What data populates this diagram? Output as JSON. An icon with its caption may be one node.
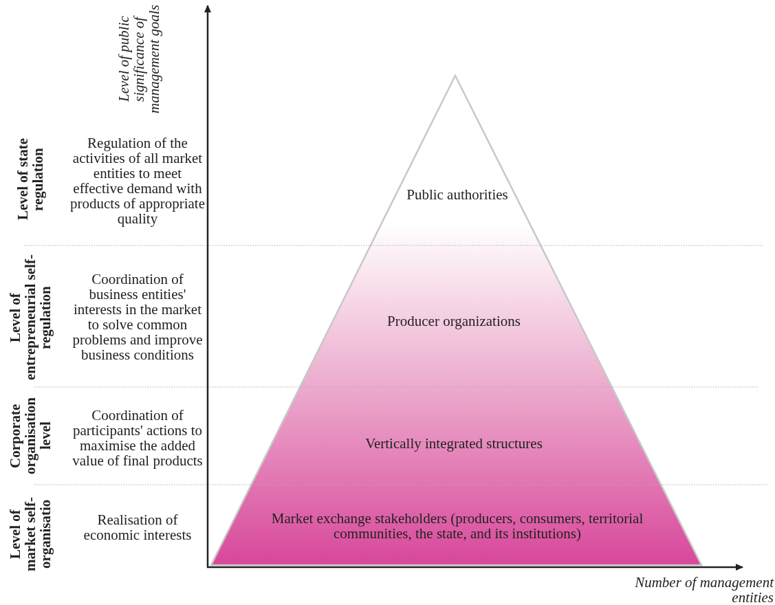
{
  "diagram": {
    "labels": [
      "Level of public significance of management goals",
      "Level of state regulation",
      "Regulation of the activities of all market entities to meet effective demand with products of appropriate quality",
      "Public authorities",
      "Level of entrepreneurial self-regulation",
      "Coordination of business entities' interests in the market to solve common problems and improve business conditions",
      "Producer organizations",
      "Corporate organisation level",
      "Coordination of participants' actions to maximise the added value of final products",
      "Vertically integrated structures",
      "Level of market self-organisatio",
      "Realisation of economic interests",
      "Market exchange stakeholders (producers, consumers, territorial communities, the state, and its institutions)",
      "Number of management entities"
    ]
  }
}
